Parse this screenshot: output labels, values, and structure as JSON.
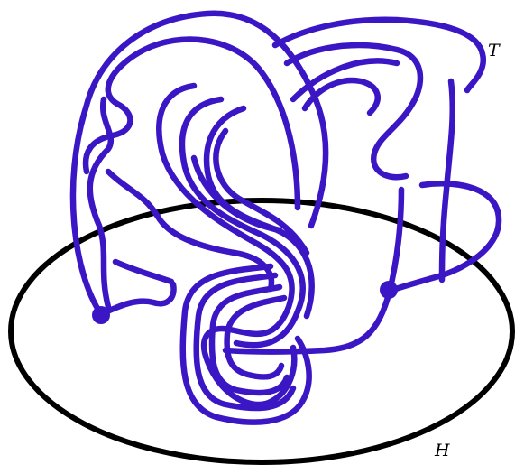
{
  "labels": {
    "tangle": "T",
    "surface": "H"
  },
  "colors": {
    "strand": "#3a16c4",
    "surface": "#000000",
    "background": "#ffffff"
  },
  "elements": {
    "strand_count": 2,
    "vertex_count": 2
  }
}
